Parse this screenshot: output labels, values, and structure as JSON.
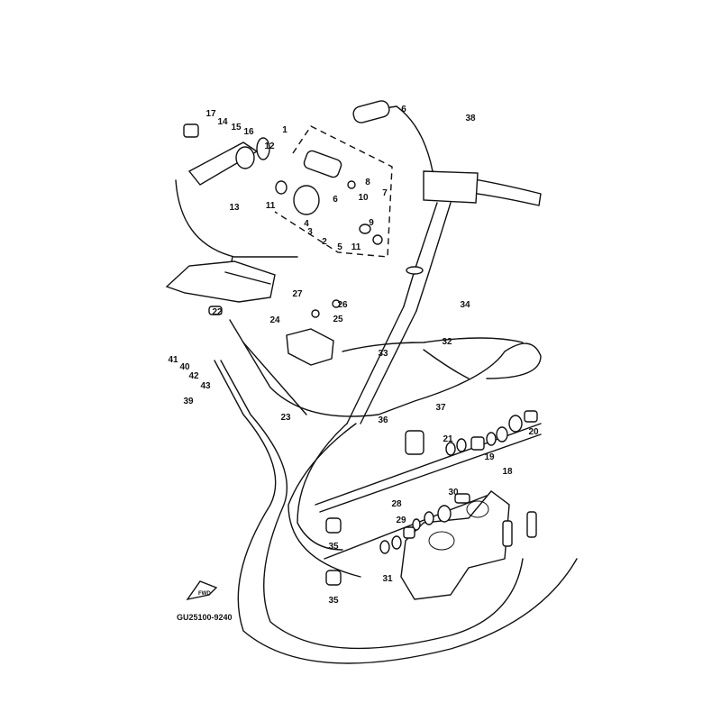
{
  "diagram": {
    "drawing_code": "GU25100-9240",
    "forward_arrow_label": "FWD",
    "part_labels": [
      "1",
      "2",
      "3",
      "4",
      "5",
      "6",
      "6",
      "7",
      "8",
      "9",
      "10",
      "11",
      "11",
      "12",
      "13",
      "14",
      "15",
      "16",
      "17",
      "18",
      "19",
      "20",
      "21",
      "22",
      "23",
      "24",
      "25",
      "26",
      "27",
      "28",
      "29",
      "30",
      "31",
      "32",
      "33",
      "34",
      "35",
      "35",
      "36",
      "37",
      "38",
      "39",
      "40",
      "41",
      "42",
      "43"
    ]
  }
}
